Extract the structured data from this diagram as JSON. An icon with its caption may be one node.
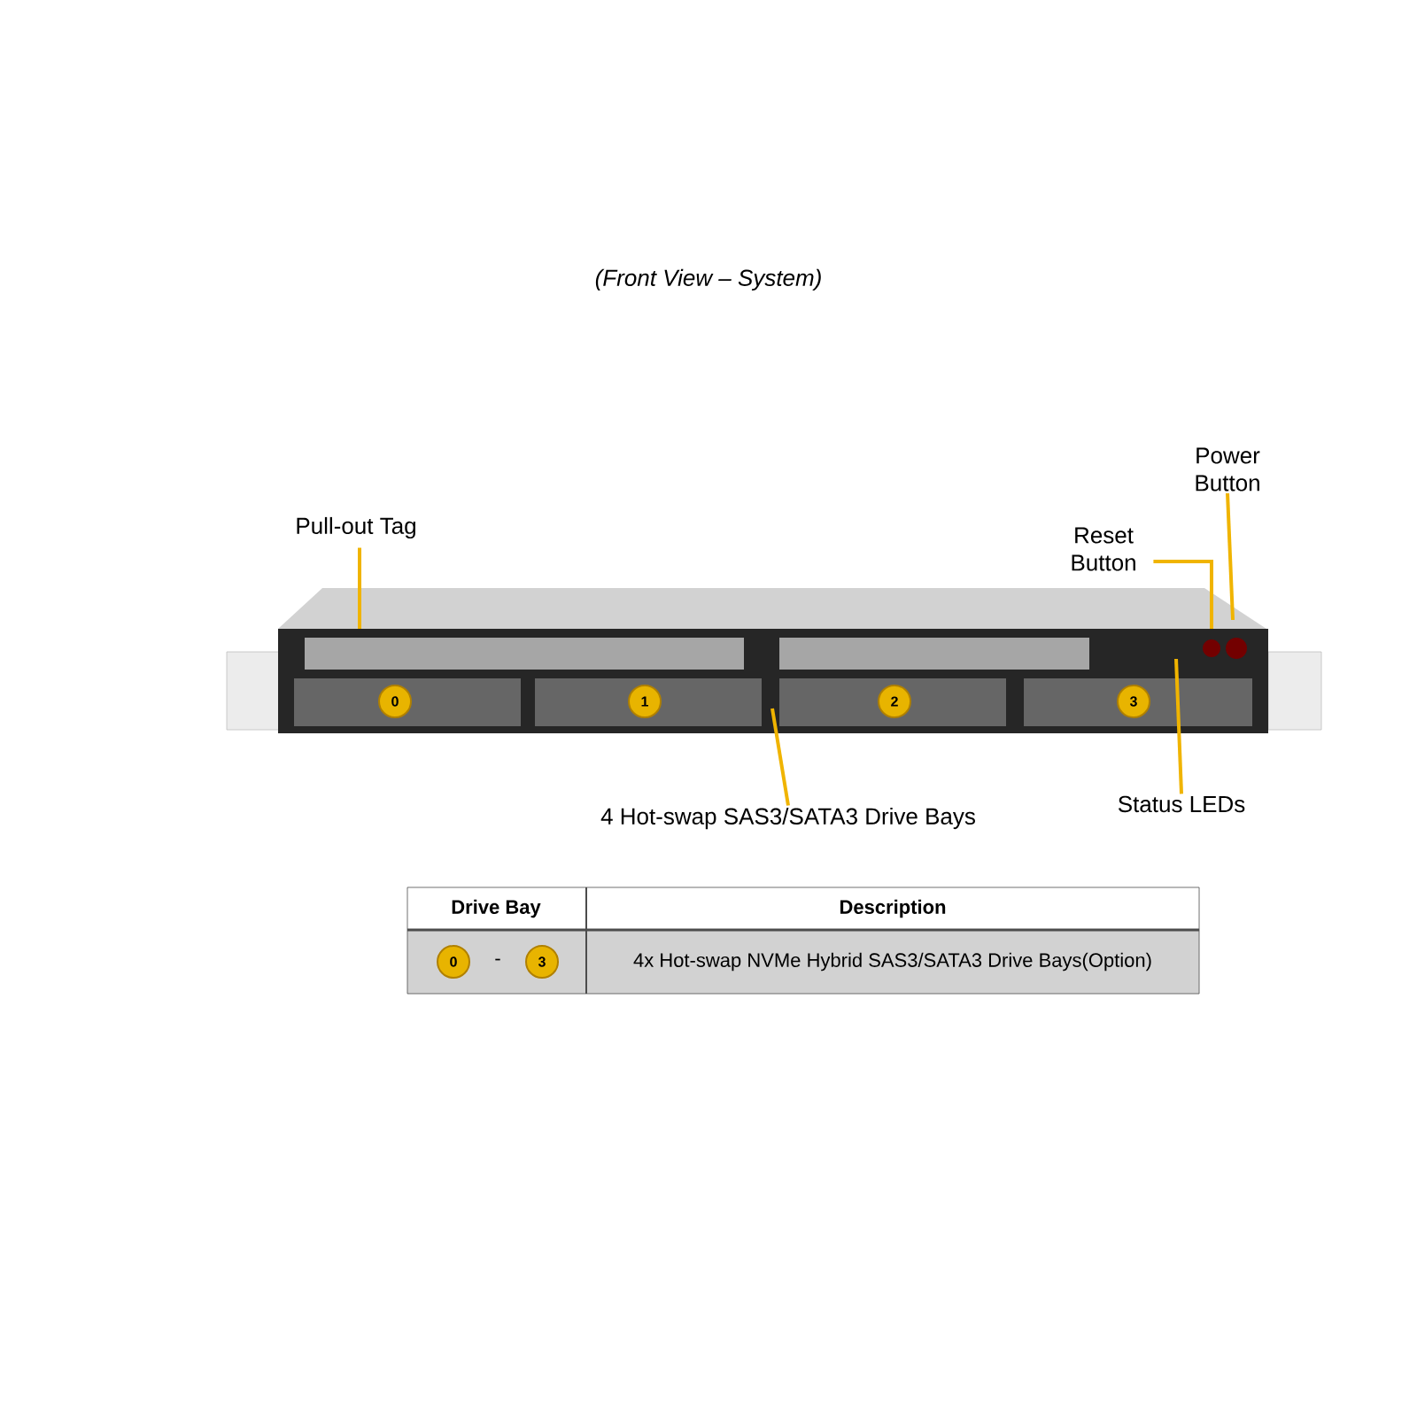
{
  "diagram": {
    "title": "(Front View – System)",
    "nodes": [
      {
        "text": [],
        "shape": "picture"
      },
      {
        "text": [
          "Pull-out Tag"
        ]
      },
      {
        "text": [
          "Power Button"
        ]
      },
      {
        "text": [
          "Reset Button"
        ]
      },
      {
        "text": [
          "4 Hot-swap SAS3/SATA3 Drive Bays"
        ]
      },
      {
        "text": [
          "Status LEDs"
        ]
      }
    ],
    "edges": [
      {
        "from": 1,
        "to": 0,
        "arrow": "none"
      },
      {
        "from": 2,
        "to": 0,
        "arrow": "none"
      },
      {
        "from": 3,
        "to": 0,
        "arrow": "none"
      },
      {
        "from": 4,
        "to": 0,
        "arrow": "none"
      },
      {
        "from": 5,
        "to": 0,
        "arrow": "none"
      }
    ],
    "labels": [
      "0",
      "1",
      "2",
      "3",
      "Drive Bay",
      "Description",
      "0",
      "-",
      "3",
      "4x Hot-swap NVMe Hybrid SAS3/SATA3 Drive Bays(Option)"
    ]
  }
}
